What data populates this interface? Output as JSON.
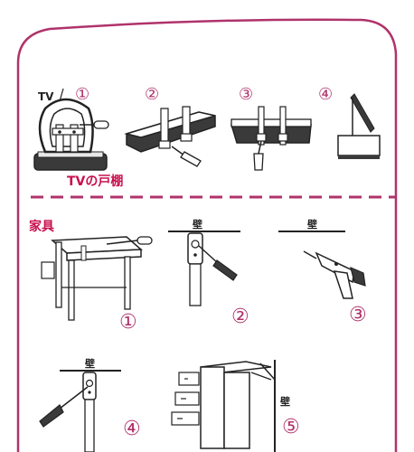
{
  "colors": {
    "frame": "#b0336b",
    "accent": "#c8104e",
    "line": "#222222",
    "fill_dark": "#3a3a3a"
  },
  "top_section": {
    "tv_label": "TV",
    "cabinet_caption": "TVの戸棚",
    "steps": [
      "①",
      "②",
      "③",
      "④"
    ]
  },
  "bottom_section": {
    "furniture_label": "家具",
    "wall_label": "壁",
    "steps": [
      "①",
      "②",
      "③",
      "④",
      "⑤"
    ]
  },
  "icons": [
    "tv-icon",
    "screwdriver-icon",
    "strap-icon",
    "drill-icon",
    "drawer-cabinet-icon",
    "table-icon",
    "wall-bracket-icon"
  ]
}
